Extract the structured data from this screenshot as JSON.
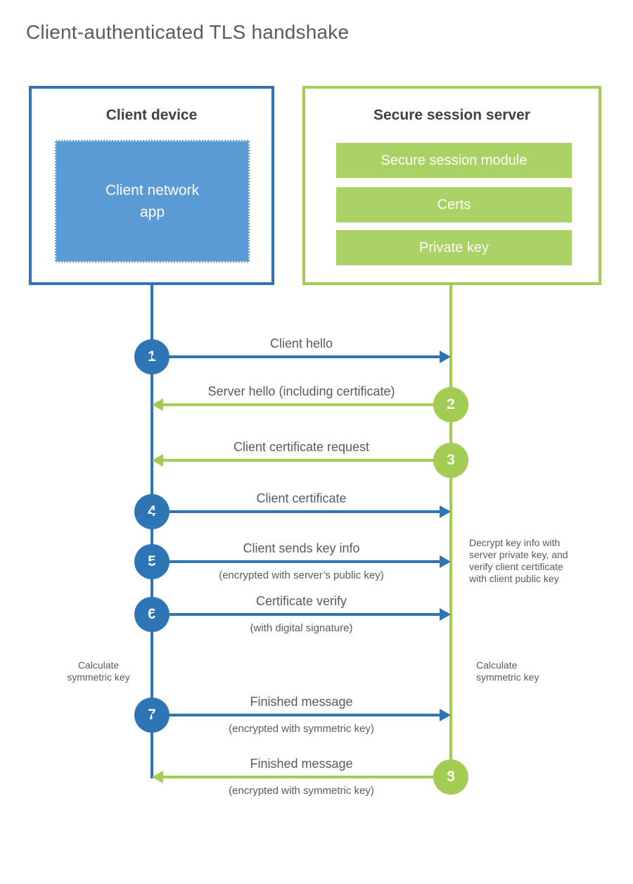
{
  "title": "Client-authenticated TLS handshake",
  "colors": {
    "blue_stroke": "#2e75b6",
    "blue_fill": "#5b9bd5",
    "green_stroke": "#a2cd52",
    "green_fill": "#a9d164",
    "text_gray": "#595a5c",
    "heading_gray": "#3f4043"
  },
  "client": {
    "title": "Client device",
    "app_label": "Client network\napp"
  },
  "server": {
    "title": "Secure session server",
    "modules": [
      "Secure session module",
      "Certs",
      "Private key"
    ]
  },
  "steps": [
    {
      "num": "1",
      "label": "Client hello",
      "sub": "",
      "direction": "right",
      "color": "blue"
    },
    {
      "num": "2",
      "label": "Server hello (including certificate)",
      "sub": "",
      "direction": "left",
      "color": "green"
    },
    {
      "num": "3",
      "label": "Client certificate request",
      "sub": "",
      "direction": "left",
      "color": "green"
    },
    {
      "num": "4",
      "label": "Client certificate",
      "sub": "",
      "direction": "right",
      "color": "blue"
    },
    {
      "num": "5",
      "label": "Client sends key info",
      "sub": "(encrypted with server’s public key)",
      "direction": "right",
      "color": "blue"
    },
    {
      "num": "6",
      "label": "Certificate verify",
      "sub": "(with digital signature)",
      "direction": "right",
      "color": "blue"
    },
    {
      "num": "7",
      "label": "Finished message",
      "sub": "(encrypted with symmetric key)",
      "direction": "right",
      "color": "blue"
    },
    {
      "num": "8",
      "label": "Finished message",
      "sub": "(encrypted with symmetric key)",
      "direction": "left",
      "color": "green"
    }
  ],
  "notes": {
    "left_calculate": "Calculate\nsymmetric key",
    "right_calculate": "Calculate\nsymmetric key",
    "decrypt": "Decrypt key info with\nserver private key, and\nverify client certificate\nwith client public key"
  }
}
